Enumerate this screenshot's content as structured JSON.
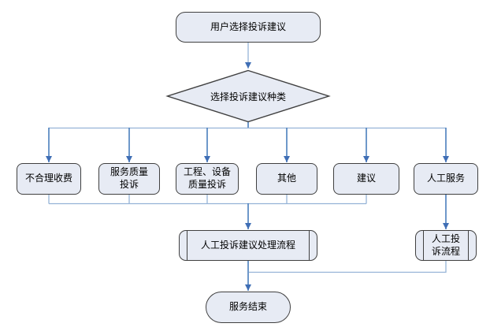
{
  "colors": {
    "canvas_bg": "#ffffff",
    "node_fill": "#e7ebf4",
    "node_border": "#404040",
    "line_light": "#95b3d7",
    "line_dark": "#4a7ebc",
    "arrow": "#3f6eb5",
    "text": "#000000"
  },
  "nodes": {
    "start": {
      "label": "用户选择投诉建议",
      "shape": "terminator"
    },
    "decision": {
      "label": "选择投诉建议种类",
      "shape": "decision"
    },
    "unreasonable_fee": {
      "label": "不合理收费",
      "shape": "process"
    },
    "service_quality": {
      "label": "服务质量\n投诉",
      "shape": "process"
    },
    "engineering_equipment": {
      "label": "工程、设备\n质量投诉",
      "shape": "process"
    },
    "other": {
      "label": "其他",
      "shape": "process"
    },
    "suggestion": {
      "label": "建议",
      "shape": "process"
    },
    "manual_service": {
      "label": "人工服务",
      "shape": "process"
    },
    "manual_process": {
      "label": "人工投诉建议处理流程",
      "shape": "predefined-process"
    },
    "manual_flow": {
      "label": "人工投\n诉流程",
      "shape": "predefined-process"
    },
    "end": {
      "label": "服务结束",
      "shape": "terminator"
    }
  }
}
